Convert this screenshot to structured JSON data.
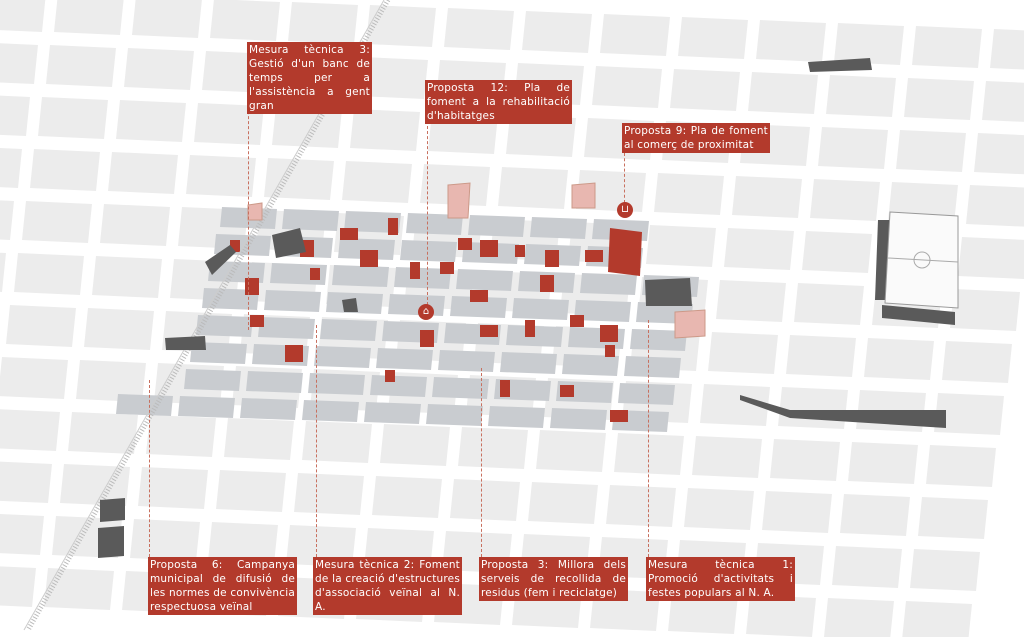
{
  "colors": {
    "accent": "#b33a2c",
    "block_bg": "#ececec",
    "block_area": "#c9ccd0",
    "building": "#555555"
  },
  "labels": {
    "mt3": "Mesura tècnica 3: Gestió d'un banc de temps per a l'assistència a gent gran",
    "p12": "Proposta 12: Pla de foment a la rehabilitació d'habitatges",
    "p9": "Proposta 9: Pla de foment al comerç de proximitat",
    "p6": "Proposta 6: Campanya municipal de difusió de les normes de convivència respectuosa veïnal",
    "mt2": "Mesura tècnica 2: Foment de la creació d'estructures d'associació veïnal al N. A.",
    "p3": "Proposta 3: Millora dels serveis de recollida de residus (fem i reciclatge)",
    "mt1": "Mesura tècnica 1: Promoció d'activitats i festes populars al N. A."
  },
  "icons": {
    "housing": "home-icon",
    "commerce": "basket-icon"
  }
}
